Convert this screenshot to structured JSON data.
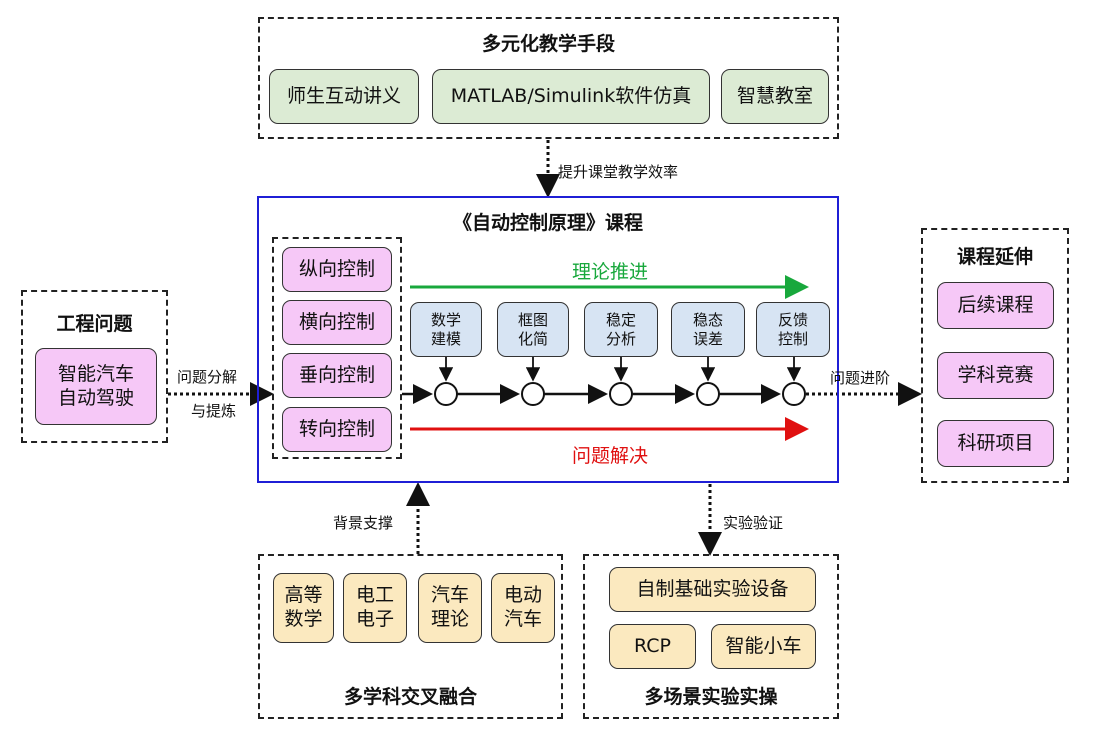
{
  "top": {
    "title": "多元化教学手段",
    "items": [
      "师生互动讲义",
      "MATLAB/Simulink软件仿真",
      "智慧教室"
    ]
  },
  "top_arrow_label": "提升课堂教学效率",
  "course": {
    "title": "《自动控制原理》课程",
    "controls": [
      "纵向控制",
      "横向控制",
      "垂向控制",
      "转向控制"
    ],
    "theory_label": "理论推进",
    "problem_label": "问题解决",
    "steps": [
      "数学\n建模",
      "框图\n化简",
      "稳定\n分析",
      "稳态\n误差",
      "反馈\n控制"
    ]
  },
  "left": {
    "title": "工程问题",
    "item": "智能汽车\n自动驾驶",
    "arrow_label_1": "问题分解",
    "arrow_label_2": "与提炼"
  },
  "right": {
    "title": "课程延伸",
    "items": [
      "后续课程",
      "学科竞赛",
      "科研项目"
    ],
    "arrow_label": "问题进阶"
  },
  "bottom_left": {
    "title": "多学科交叉融合",
    "items": [
      "高等\n数学",
      "电工\n电子",
      "汽车\n理论",
      "电动\n汽车"
    ],
    "arrow_label": "背景支撑"
  },
  "bottom_right": {
    "title": "多场景实验实操",
    "items": [
      "自制基础实验设备",
      "RCP",
      "智能小车"
    ],
    "arrow_label": "实验验证"
  },
  "colors": {
    "theory_arrow": "#18a83c",
    "problem_arrow": "#e01010",
    "course_border": "#1f1fd6",
    "green_box": "#dcebd4",
    "pink_box": "#f6c8f7",
    "blue_box": "#d7e4f3",
    "yellow_box": "#fbe9bf"
  }
}
